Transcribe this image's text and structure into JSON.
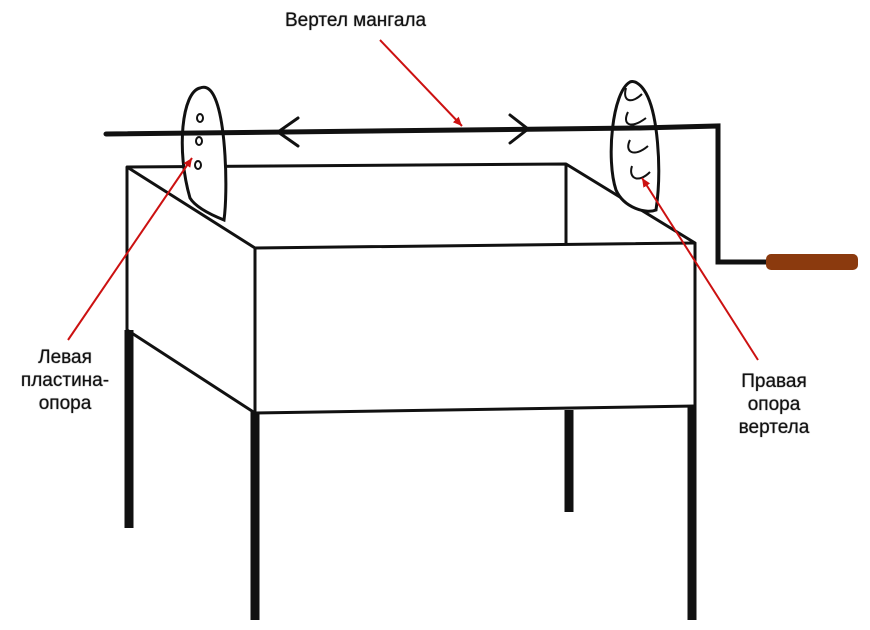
{
  "labels": {
    "spit": "Вертел мангала",
    "left_support": [
      "Левая",
      "пластина-",
      "опора"
    ],
    "right_support": [
      "Правая",
      "опора",
      "вертела"
    ]
  },
  "colors": {
    "outline": "#111111",
    "arrow": "#cc1111",
    "handle": "#8b3a0e"
  }
}
